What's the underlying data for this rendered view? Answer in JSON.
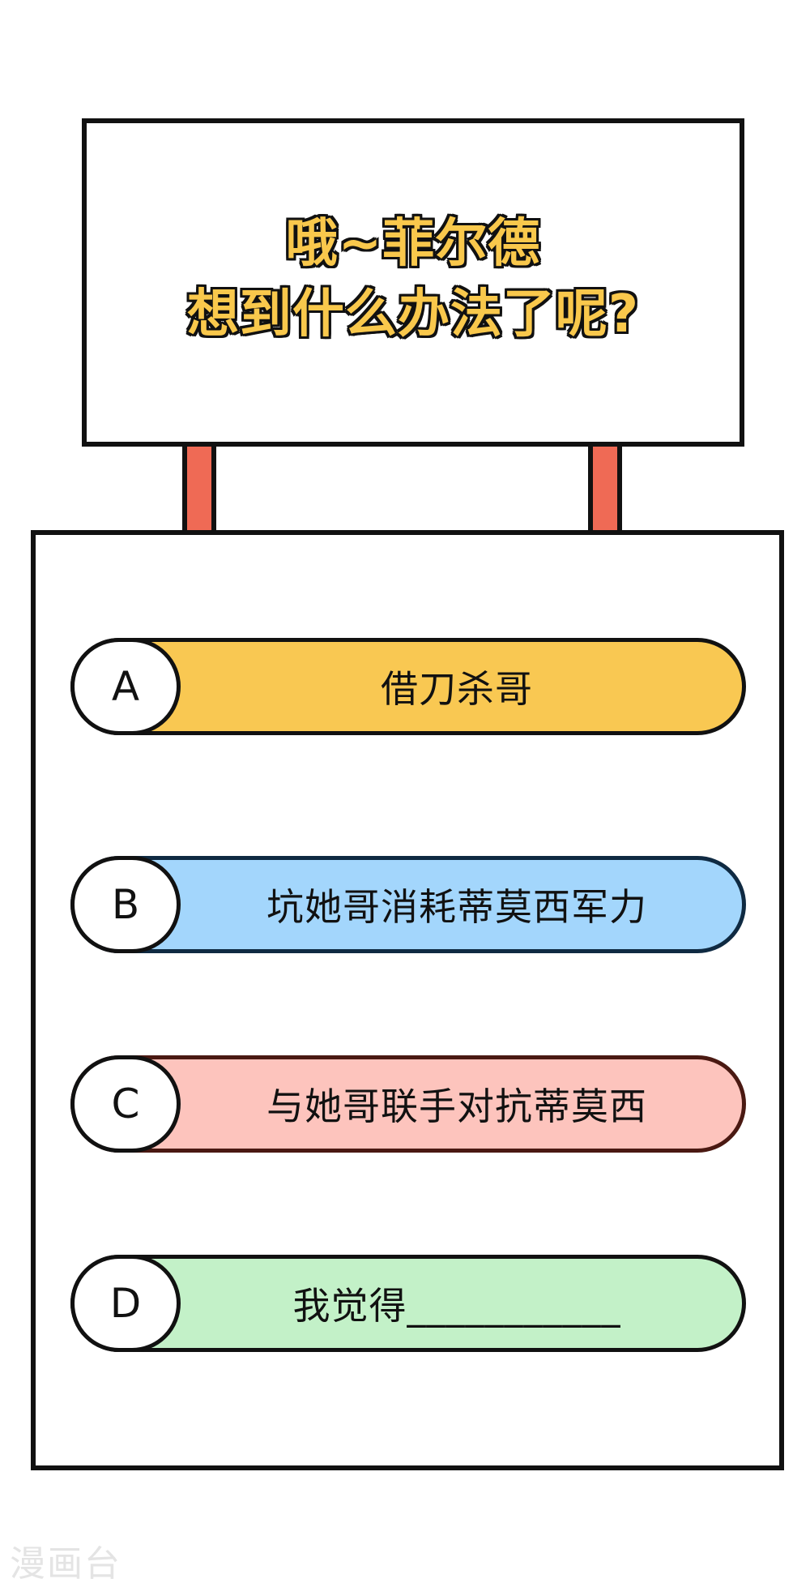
{
  "sign": {
    "line1": "哦~菲尔德",
    "line2": "想到什么办法了呢?"
  },
  "options": [
    {
      "letter": "A",
      "text": "借刀杀哥",
      "color": "#f9c852"
    },
    {
      "letter": "B",
      "text": "坑她哥消耗蒂莫西军力",
      "color": "#a3d6fc"
    },
    {
      "letter": "C",
      "text": "与她哥联手对抗蒂莫西",
      "color": "#fdc4bd"
    },
    {
      "letter": "D",
      "text": "我觉得___________",
      "color": "#c3f1c8"
    }
  ],
  "watermark": "漫画台",
  "colors": {
    "title_fill": "#f9c84c",
    "post": "#ef6a55",
    "outline": "#111111"
  }
}
